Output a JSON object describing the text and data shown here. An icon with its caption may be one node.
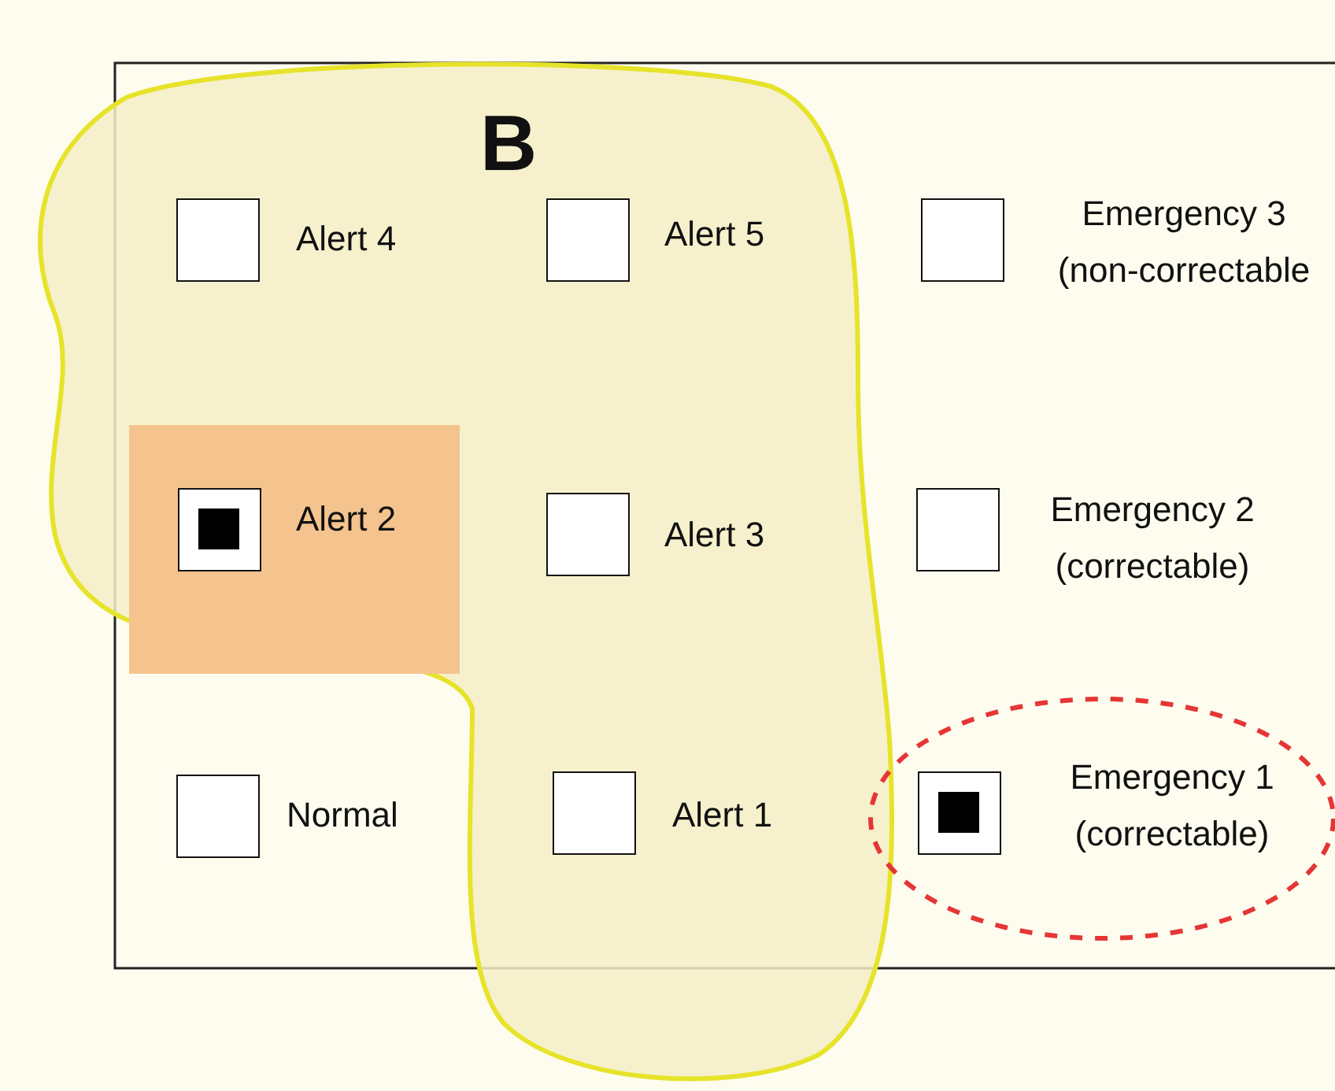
{
  "diagram": {
    "nodes": [
      {
        "text": [
          "Alert 4"
        ]
      },
      {
        "text": [
          "Alert 5"
        ]
      },
      {
        "text": [
          "Emergency 3 (non-correctable"
        ]
      },
      {
        "text": [
          "Alert 2"
        ]
      },
      {
        "text": [
          "Alert 3"
        ]
      },
      {
        "text": [
          "Emergency 2 (correctable)"
        ]
      },
      {
        "text": [
          "Normal"
        ]
      },
      {
        "text": [
          "Alert 1"
        ]
      },
      {
        "text": [
          "Emergency 1 (correctable)"
        ]
      },
      {
        "text": [],
        "shape": "box",
        "in": 3
      },
      {
        "text": [],
        "shape": "box",
        "in": 8
      }
    ],
    "edges": [],
    "labels": [
      "B"
    ]
  }
}
